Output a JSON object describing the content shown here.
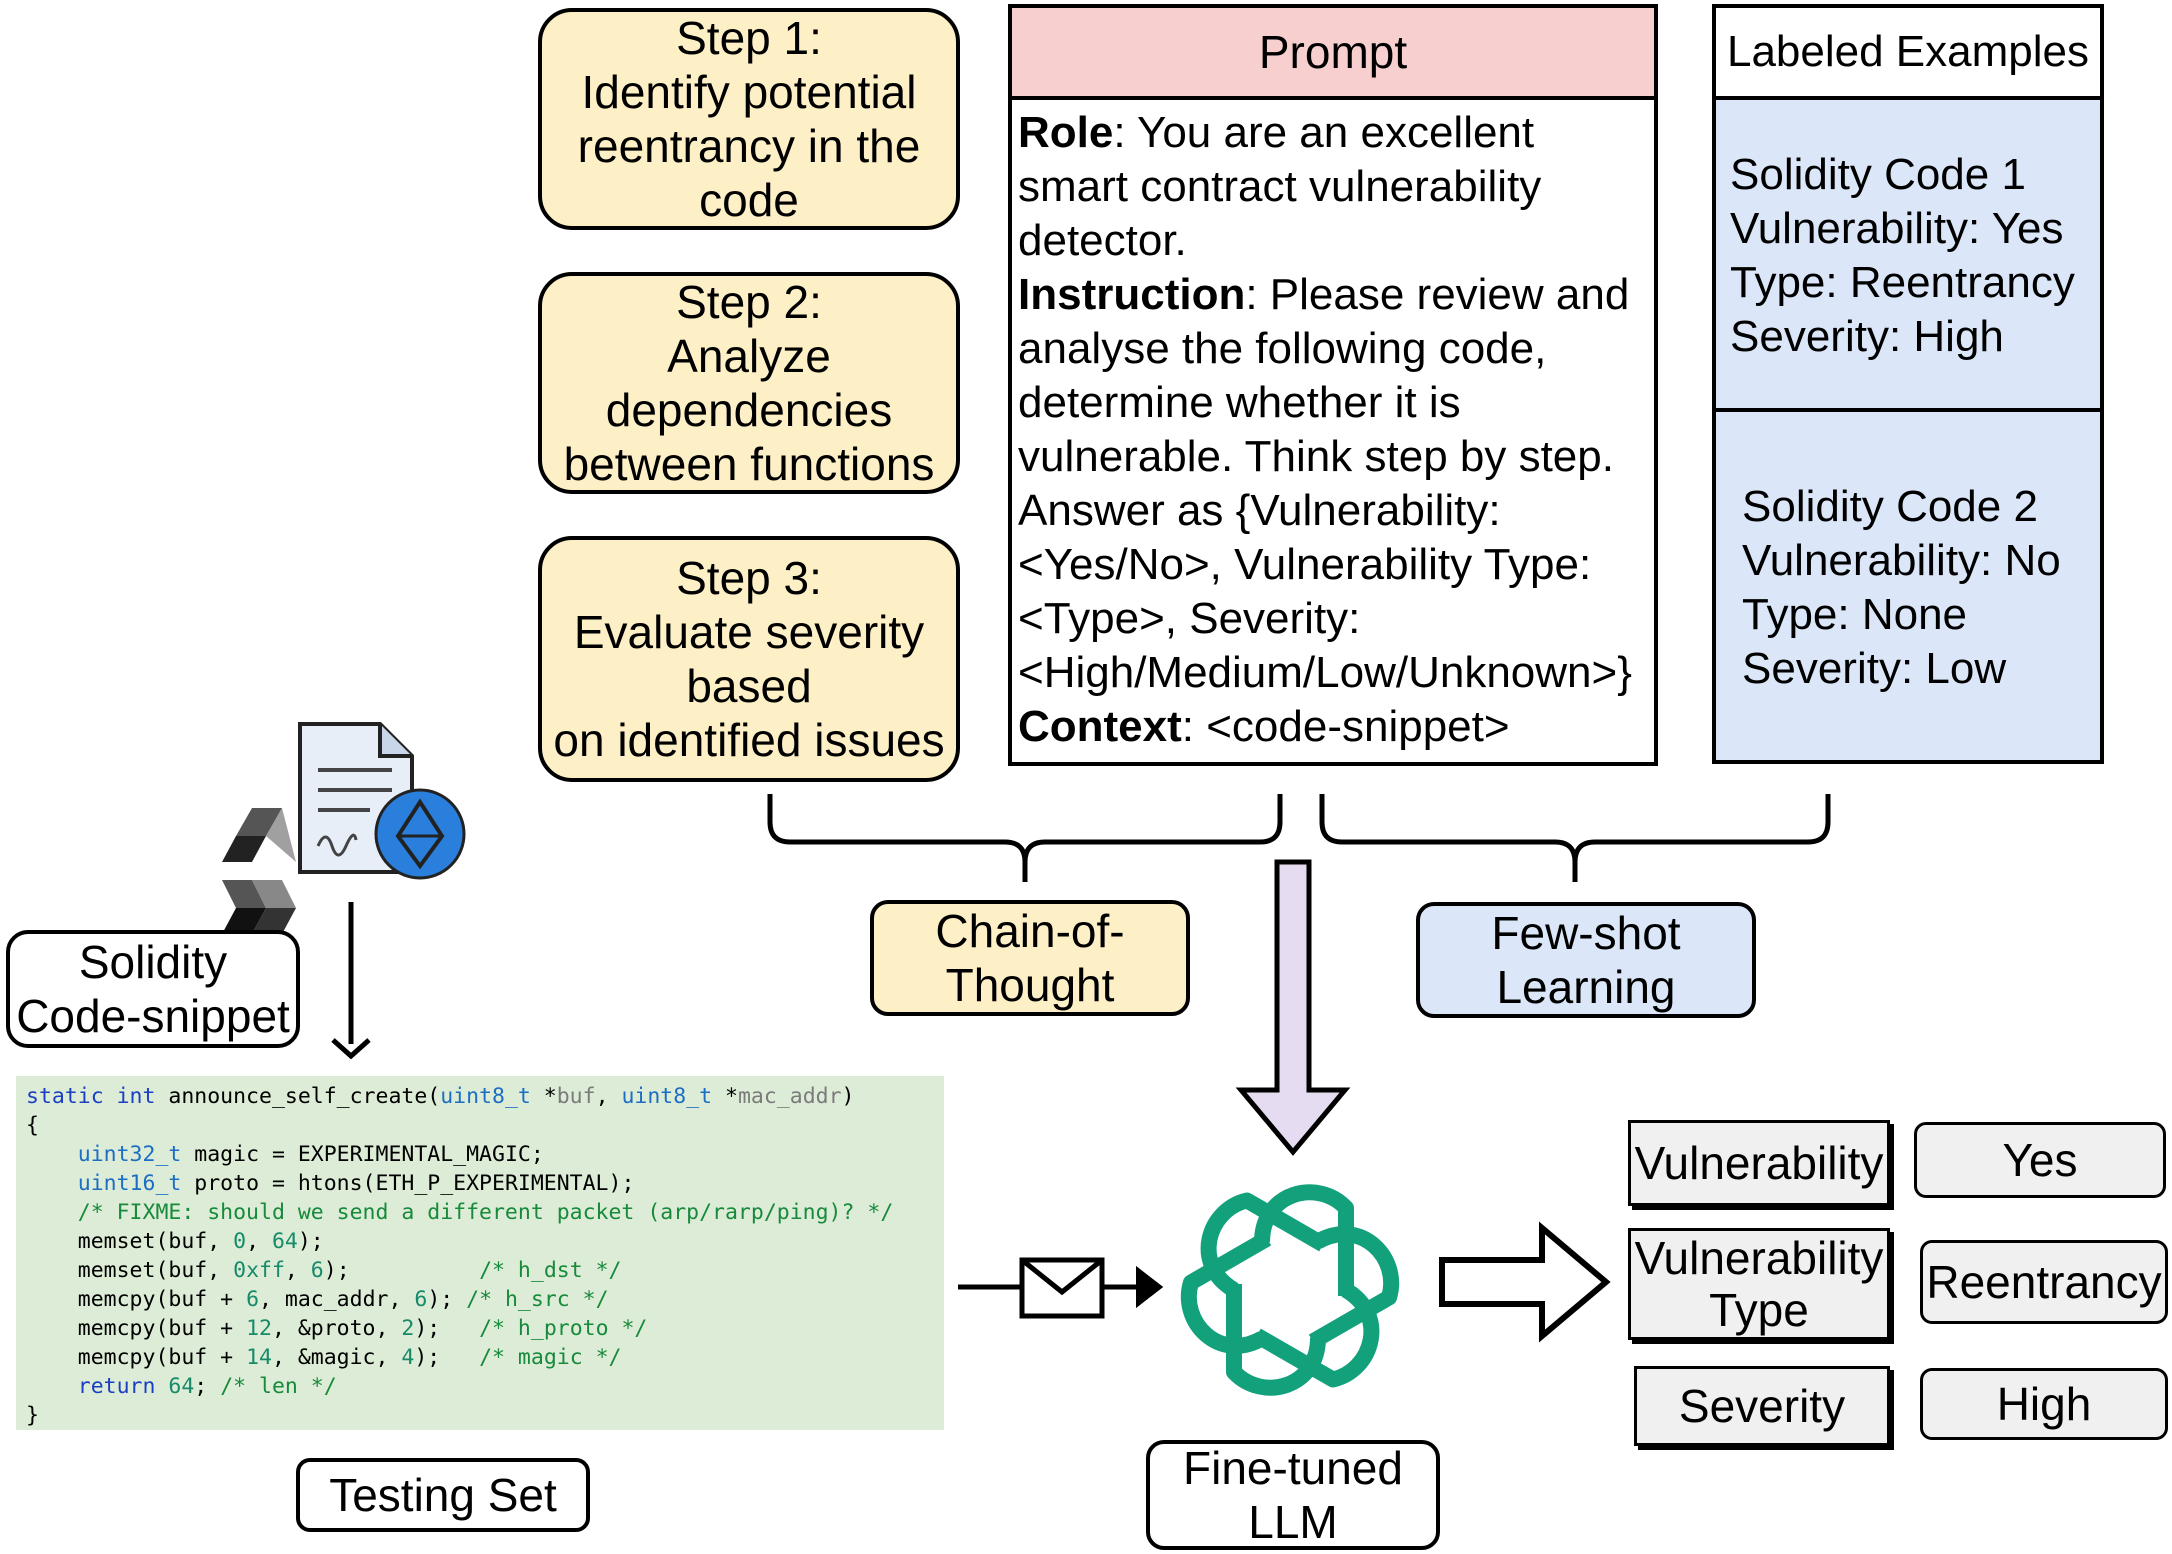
{
  "steps": [
    {
      "lines": [
        "Step 1:",
        "Identify potential",
        "reentrancy in the",
        "code"
      ]
    },
    {
      "lines": [
        "Step 2:",
        "Analyze",
        "dependencies",
        "between functions"
      ]
    },
    {
      "lines": [
        "Step 3:",
        "Evaluate severity",
        "based",
        "on identified issues"
      ]
    }
  ],
  "prompt": {
    "header": "Prompt",
    "role_label": "Role",
    "role_text": ": You are an excellent smart contract vulnerability detector.",
    "instruction_label": "Instruction",
    "instruction_text": ": Please review and analyse the following code, determine whether it is vulnerable. Think step by step. Answer as {Vulnerability: <Yes/No>, Vulnerability Type: <Type>, Severity: <High/Medium/Low/Unknown>}",
    "context_label": "Context",
    "context_text": ": <code-snippet>"
  },
  "examples": {
    "header": "Labeled Examples",
    "items": [
      {
        "code": "Solidity Code 1",
        "vulnerability": "Vulnerability: Yes",
        "type": "Type: Reentrancy",
        "severity": "Severity: High"
      },
      {
        "code": "Solidity Code 2",
        "vulnerability": "Vulnerability: No",
        "type": "Type: None",
        "severity": "Severity: Low"
      }
    ]
  },
  "techniques": {
    "cot_line1": "Chain-of-",
    "cot_line2": "Thought",
    "fewshot_line1": "Few-shot",
    "fewshot_line2": "Learning"
  },
  "labels": {
    "solidity_line1": "Solidity",
    "solidity_line2": "Code-snippet",
    "testing_set": "Testing Set",
    "llm_line1": "Fine-tuned",
    "llm_line2": "LLM"
  },
  "code": {
    "fn_kw": "static int",
    "fn_name": " announce_self_create(",
    "t1": "uint8_t",
    "p1": " *",
    "a1": "buf",
    "sep": ", ",
    "t2": "uint8_t",
    "p2": " *",
    "a2": "mac_addr",
    "close": ")",
    "brace_open": "{",
    "l3_type": "uint32_t",
    "l3_rest": " magic = EXPERIMENTAL_MAGIC;",
    "l4_type": "uint16_t",
    "l4_rest": " proto = htons(ETH_P_EXPERIMENTAL);",
    "l5_comment": "/* FIXME: should we send a different packet (arp/rarp/ping)? */",
    "l6_a": "memset(buf, ",
    "l6_n1": "0",
    "l6_b": ", ",
    "l6_n2": "64",
    "l6_c": ");",
    "l7_a": "memset(buf, ",
    "l7_n1": "0xff",
    "l7_b": ", ",
    "l7_n2": "6",
    "l7_c": ");          ",
    "l7_cm": "/* h_dst */",
    "l8_a": "memcpy(buf + ",
    "l8_n1": "6",
    "l8_b": ", mac_addr, ",
    "l8_n2": "6",
    "l8_c": "); ",
    "l8_cm": "/* h_src */",
    "l9_a": "memcpy(buf + ",
    "l9_n1": "12",
    "l9_b": ", &proto, ",
    "l9_n2": "2",
    "l9_c": ");   ",
    "l9_cm": "/* h_proto */",
    "l10_a": "memcpy(buf + ",
    "l10_n1": "14",
    "l10_b": ", &magic, ",
    "l10_n2": "4",
    "l10_c": ");   ",
    "l10_cm": "/* magic */",
    "l11_kw": "return",
    "l11_sp": " ",
    "l11_n": "64",
    "l11_semi": "; ",
    "l11_cm": "/* len */",
    "brace_close": "}"
  },
  "outputs": [
    {
      "key_line1": "Vulnerability",
      "key_line2": "",
      "value": "Yes"
    },
    {
      "key_line1": "Vulnerability",
      "key_line2": "Type",
      "value": "Reentrancy"
    },
    {
      "key_line1": "Severity",
      "key_line2": "",
      "value": "High"
    }
  ],
  "colors": {
    "step_fill": "#fdefc6",
    "prompt_header": "#f7cfcf",
    "examples_fill": "#dbe7f8",
    "code_fill": "#dcecd6",
    "llm_logo": "#13a17c",
    "down_arrow": "#e6dcf1"
  },
  "icons": [
    "solidity-logo-icon",
    "contract-document-icon",
    "ethereum-icon",
    "envelope-icon",
    "openai-logo-icon"
  ]
}
